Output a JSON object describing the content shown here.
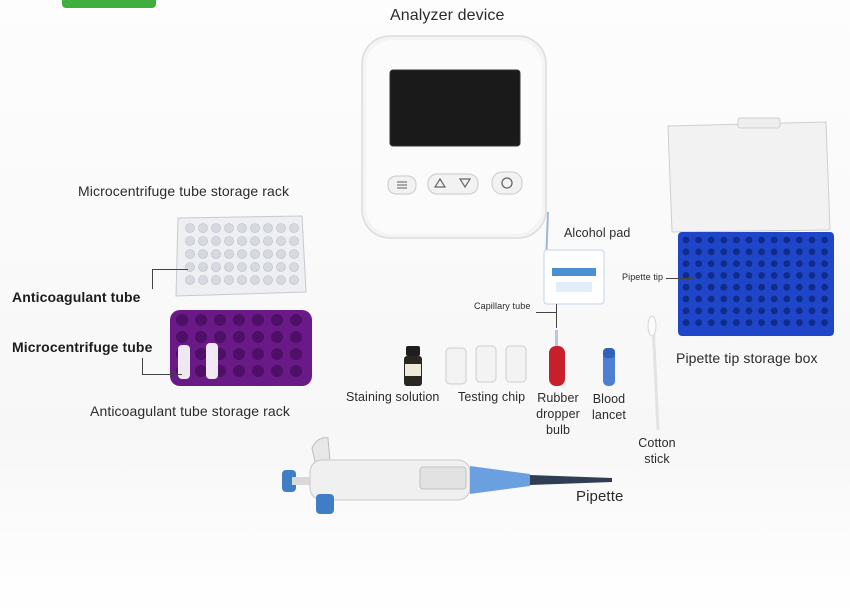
{
  "labels": {
    "analyzer_device": "Analyzer device",
    "microcentrifuge_rack": "Microcentrifuge tube storage rack",
    "anticoagulant_tube": "Anticoagulant tube",
    "microcentrifuge_tube": "Microcentrifuge tube",
    "anticoagulant_rack": "Anticoagulant tube storage rack",
    "alcohol_pad": "Alcohol pad",
    "pipette_tip": "Pipette tip",
    "pipette_tip_box": "Pipette tip storage box",
    "capillary_tube": "Capillary tube",
    "staining_solution": "Staining solution",
    "testing_chip": "Testing chip",
    "rubber_line1": "Rubber",
    "rubber_line2": "dropper",
    "rubber_line3": "bulb",
    "blood_line1": "Blood",
    "blood_line2": "lancet",
    "cotton_line1": "Cotton",
    "cotton_line2": "stick",
    "pipette": "Pipette"
  },
  "colors": {
    "accent_tab": "#3fae3c",
    "tip_box_blue": "#1f46c8",
    "purple_rack": "#6a1a86",
    "red_bulb": "#c8202a"
  },
  "icons": {
    "menu": "menu-icon",
    "up": "triangle-up-icon",
    "down": "triangle-down-icon",
    "power": "power-icon"
  }
}
